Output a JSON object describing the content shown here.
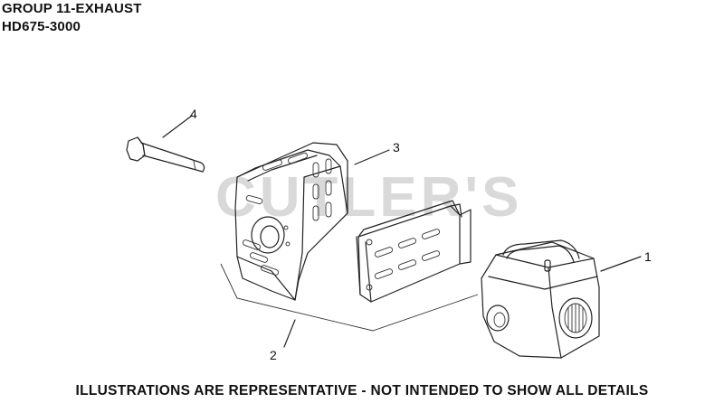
{
  "header": {
    "group_title": "GROUP 11-EXHAUST",
    "model": "HD675-3000"
  },
  "watermark": "CUTLER'S",
  "callouts": [
    "1",
    "2",
    "3",
    "4"
  ],
  "footer": "ILLUSTRATIONS ARE REPRESENTATIVE - NOT INTENDED TO SHOW ALL DETAILS"
}
